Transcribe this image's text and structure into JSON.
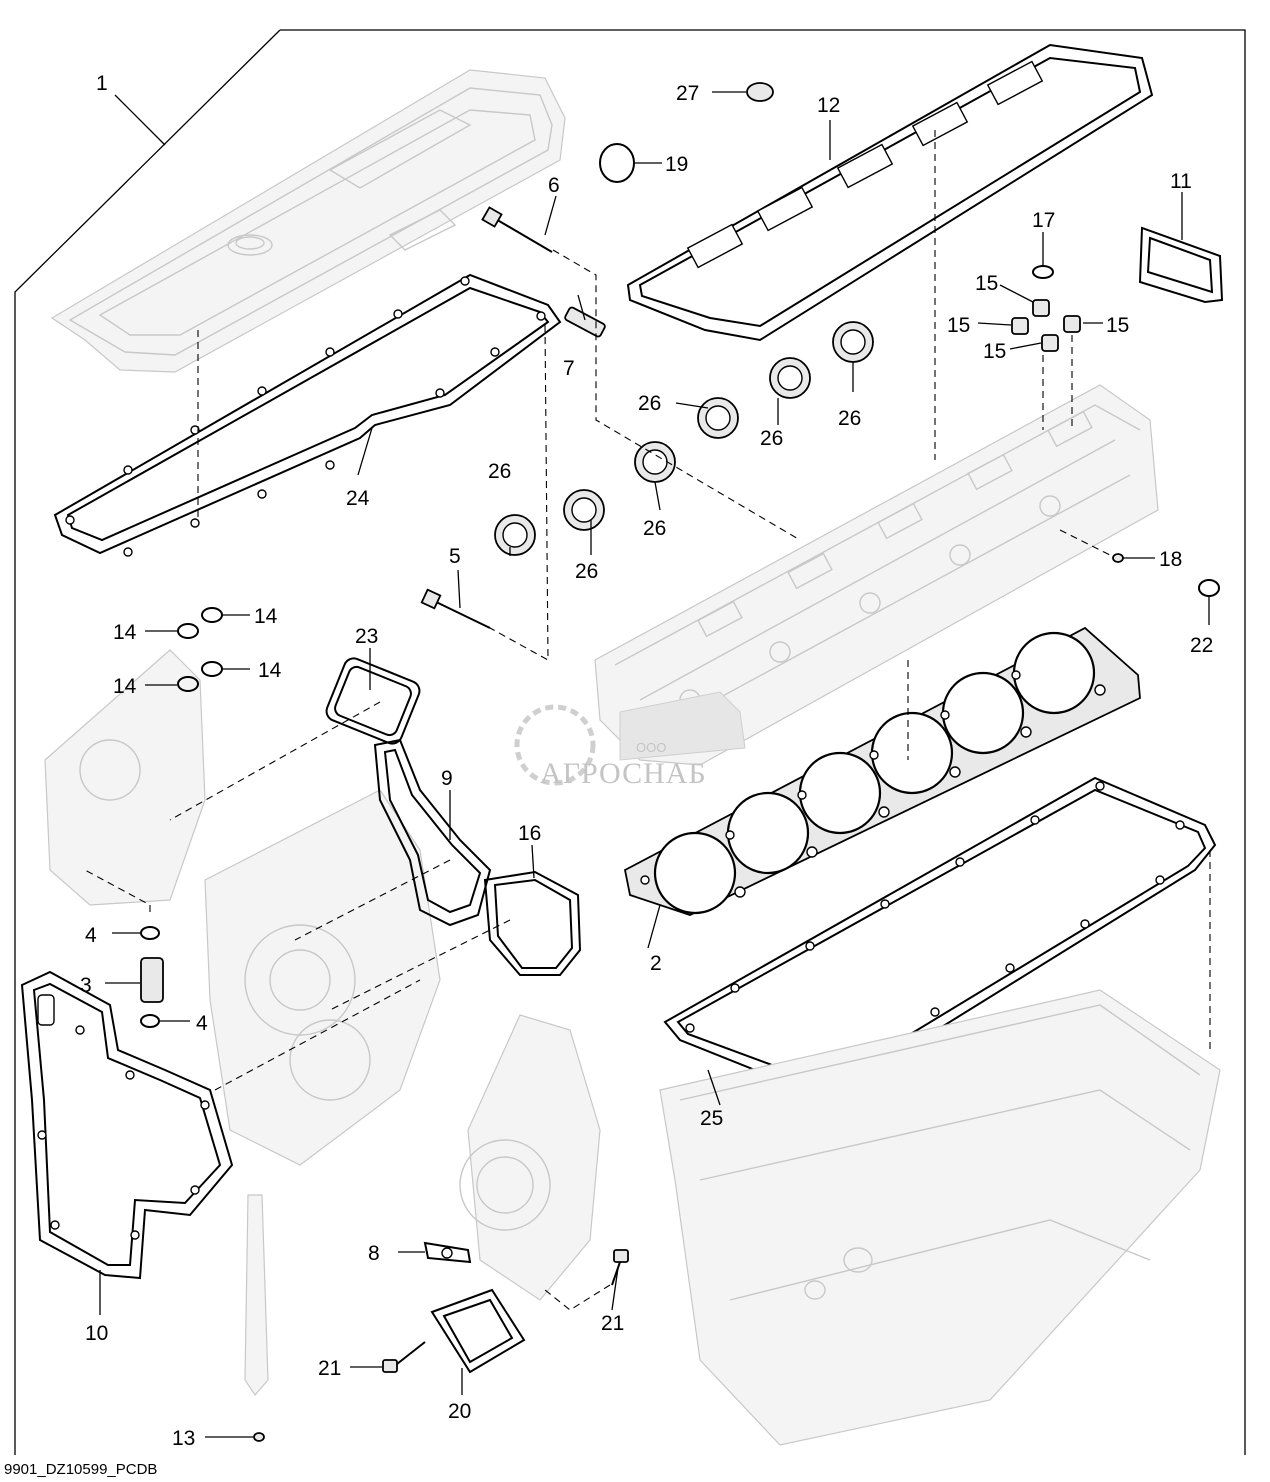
{
  "diagram": {
    "callouts": [
      {
        "id": "c1",
        "label": "1"
      },
      {
        "id": "c2",
        "label": "2"
      },
      {
        "id": "c3",
        "label": "3"
      },
      {
        "id": "c4a",
        "label": "4"
      },
      {
        "id": "c4b",
        "label": "4"
      },
      {
        "id": "c5",
        "label": "5"
      },
      {
        "id": "c6",
        "label": "6"
      },
      {
        "id": "c7",
        "label": "7"
      },
      {
        "id": "c8",
        "label": "8"
      },
      {
        "id": "c9",
        "label": "9"
      },
      {
        "id": "c10",
        "label": "10"
      },
      {
        "id": "c11",
        "label": "11"
      },
      {
        "id": "c12",
        "label": "12"
      },
      {
        "id": "c13",
        "label": "13"
      },
      {
        "id": "c14a",
        "label": "14"
      },
      {
        "id": "c14b",
        "label": "14"
      },
      {
        "id": "c14c",
        "label": "14"
      },
      {
        "id": "c14d",
        "label": "14"
      },
      {
        "id": "c15a",
        "label": "15"
      },
      {
        "id": "c15b",
        "label": "15"
      },
      {
        "id": "c15c",
        "label": "15"
      },
      {
        "id": "c15d",
        "label": "15"
      },
      {
        "id": "c16",
        "label": "16"
      },
      {
        "id": "c17",
        "label": "17"
      },
      {
        "id": "c18",
        "label": "18"
      },
      {
        "id": "c19",
        "label": "19"
      },
      {
        "id": "c20",
        "label": "20"
      },
      {
        "id": "c21a",
        "label": "21"
      },
      {
        "id": "c21b",
        "label": "21"
      },
      {
        "id": "c22",
        "label": "22"
      },
      {
        "id": "c23",
        "label": "23"
      },
      {
        "id": "c24",
        "label": "24"
      },
      {
        "id": "c25",
        "label": "25"
      },
      {
        "id": "c26a",
        "label": "26"
      },
      {
        "id": "c26b",
        "label": "26"
      },
      {
        "id": "c26c",
        "label": "26"
      },
      {
        "id": "c26d",
        "label": "26"
      },
      {
        "id": "c26e",
        "label": "26"
      },
      {
        "id": "c26f",
        "label": "26"
      },
      {
        "id": "c27",
        "label": "27"
      }
    ],
    "watermark": {
      "brand": "АГРОСНАБ",
      "prefix": "ООО"
    },
    "footer_code": "9901_DZ10599_PCDB"
  }
}
